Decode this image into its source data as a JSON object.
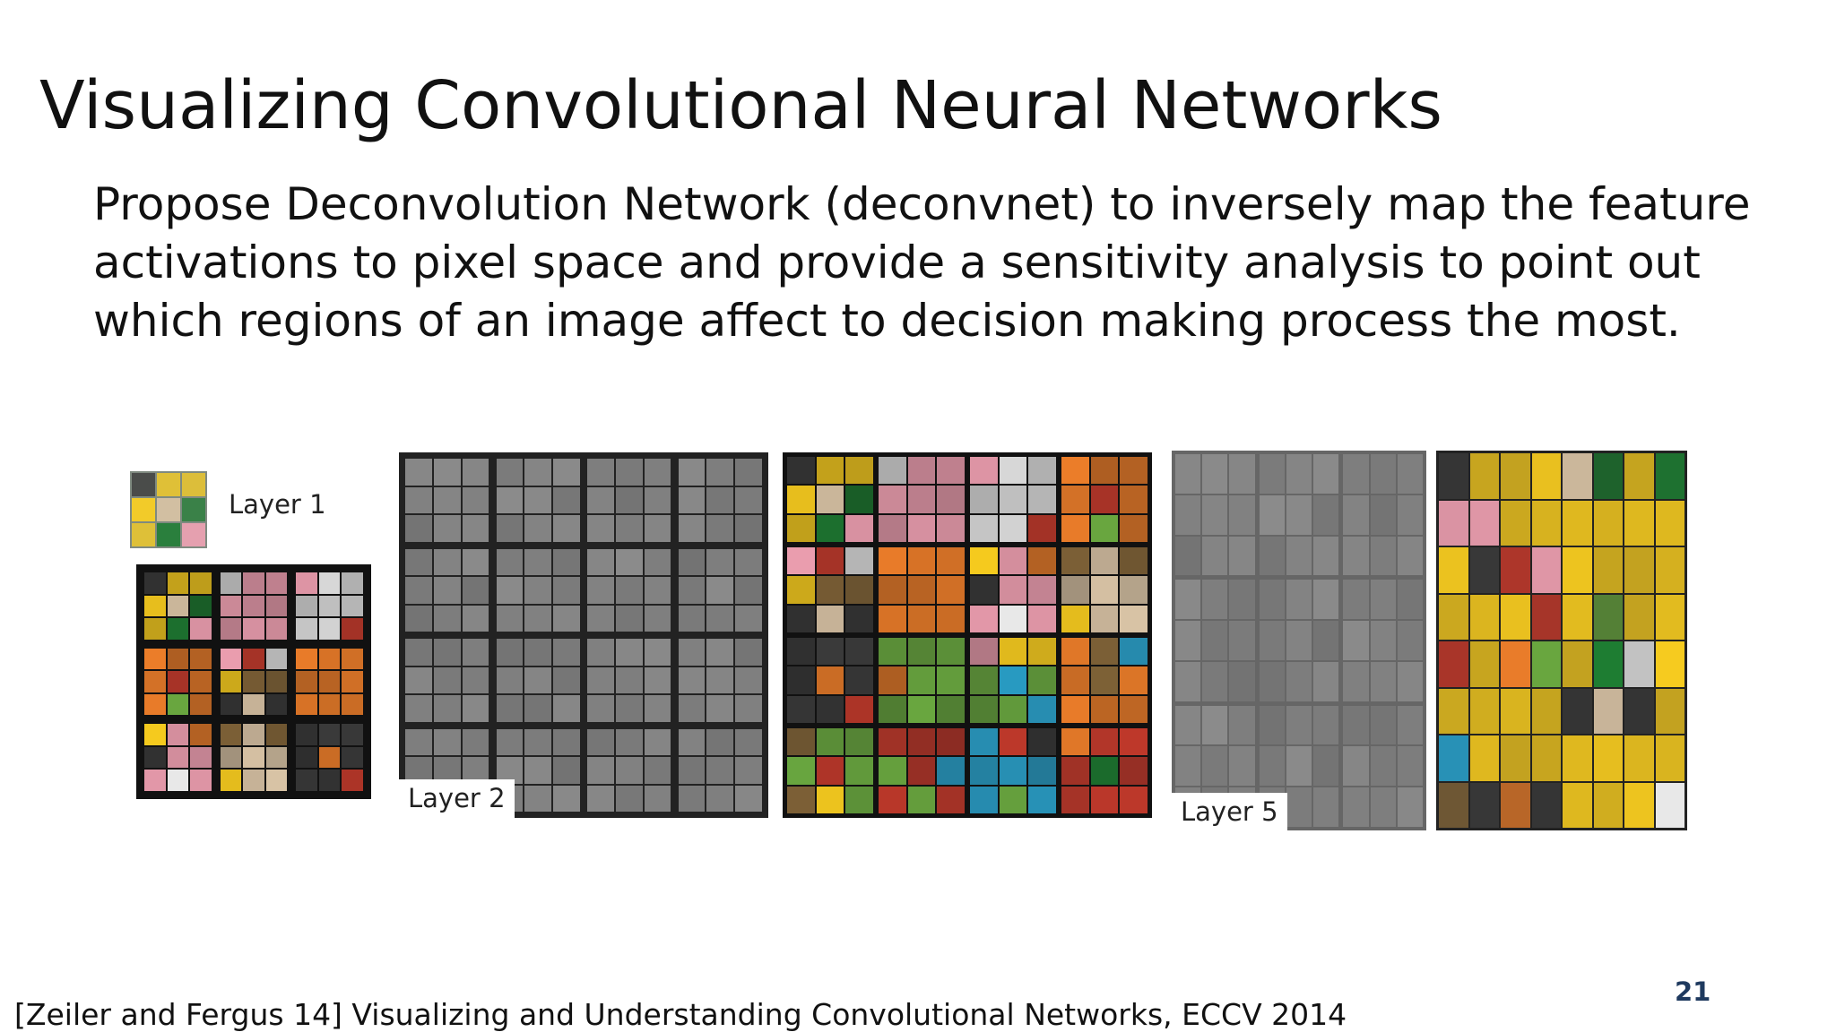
{
  "slide": {
    "title": "Visualizing Convolutional Neural Networks",
    "body": "Propose Deconvolution Network (deconvnet) to inversely map the feature activations to pixel space and provide a sensitivity analysis to point out which regions of an image affect to decision making process the most.",
    "citation": "[Zeiler and Fergus 14] Visualizing and Understanding Convolutional Networks, ECCV 2014",
    "page_number": "21"
  },
  "figure": {
    "labels": {
      "layer1": "Layer 1",
      "layer2": "Layer 2",
      "layer5": "Layer 5"
    },
    "palette_gray": "#7d7d7d",
    "palette_patches": [
      "#f07f2a",
      "#ffd21f",
      "#2aa0c9",
      "#6aa840",
      "#c0392b",
      "#d8c3a5",
      "#3b3b3b",
      "#e8e8e8",
      "#9b59b6",
      "#8a6a3b",
      "#1e7d32",
      "#f4a3b5"
    ]
  }
}
